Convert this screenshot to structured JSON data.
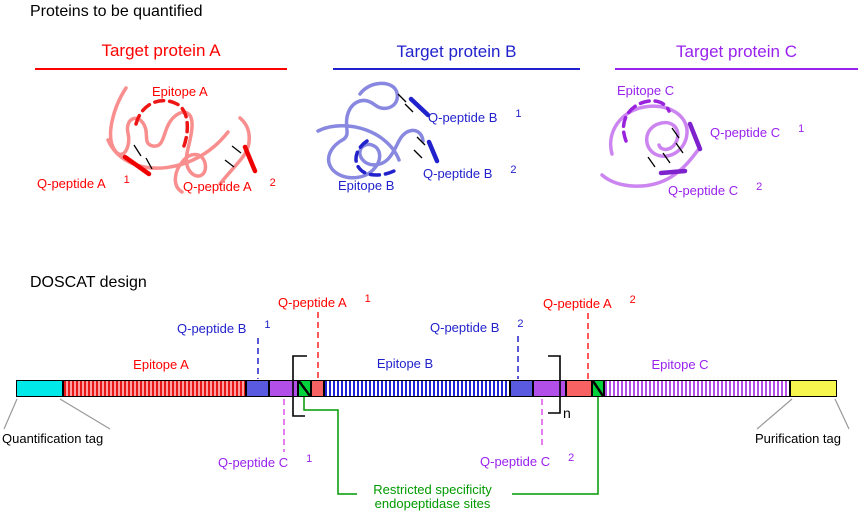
{
  "colors": {
    "protein_a_red": "#ff0000",
    "protein_b_blue": "#2222cc",
    "protein_c_purple": "#9922ee",
    "endopeptidase_green": "#009900",
    "quantification_tag_cyan": "#00e9e9",
    "purification_tag_yellow": "#f6f64e",
    "qpeptide_b_block_blue": "#5a5ae0",
    "qpeptide_c_block_purple": "#b24fe8",
    "qpeptide_a_block_red": "#f96262",
    "endopeptidase_block_green": "#00d23c"
  },
  "headers": {
    "proteins_section": "Proteins to be quantified",
    "doscat_section": "DOSCAT design"
  },
  "protein_a": {
    "title": "Target protein A",
    "epitope_label": "Epitope A",
    "qpeptide_1": "Q-peptide A",
    "qpeptide_1_sup": "1",
    "qpeptide_2": "Q-peptide A",
    "qpeptide_2_sup": "2"
  },
  "protein_b": {
    "title": "Target protein B",
    "epitope_label": "Epitope B",
    "qpeptide_1": "Q-peptide B",
    "qpeptide_1_sup": "1",
    "qpeptide_2": "Q-peptide B",
    "qpeptide_2_sup": "2"
  },
  "protein_c": {
    "title": "Target protein C",
    "epitope_label": "Epitope C",
    "qpeptide_1": "Q-peptide C",
    "qpeptide_1_sup": "1",
    "qpeptide_2": "Q-peptide C",
    "qpeptide_2_sup": "2"
  },
  "doscat": {
    "labels_above": {
      "qpeptide_b1": "Q-peptide B",
      "qpeptide_b1_sup": "1",
      "qpeptide_a1": "Q-peptide A",
      "qpeptide_a1_sup": "1",
      "qpeptide_b2": "Q-peptide B",
      "qpeptide_b2_sup": "2",
      "qpeptide_a2": "Q-peptide A",
      "qpeptide_a2_sup": "2",
      "epitope_a": "Epitope A",
      "epitope_b": "Epitope B",
      "epitope_c": "Epitope C"
    },
    "labels_below": {
      "quantification_tag": "Quantification tag",
      "qpeptide_c1": "Q-peptide C",
      "qpeptide_c1_sup": "1",
      "qpeptide_c2": "Q-peptide C",
      "qpeptide_c2_sup": "2",
      "repeat_subscript": "n",
      "endopeptidase_line1": "Restricted specificity",
      "endopeptidase_line2": "endopeptidase sites",
      "purification_tag": "Purification tag"
    }
  }
}
